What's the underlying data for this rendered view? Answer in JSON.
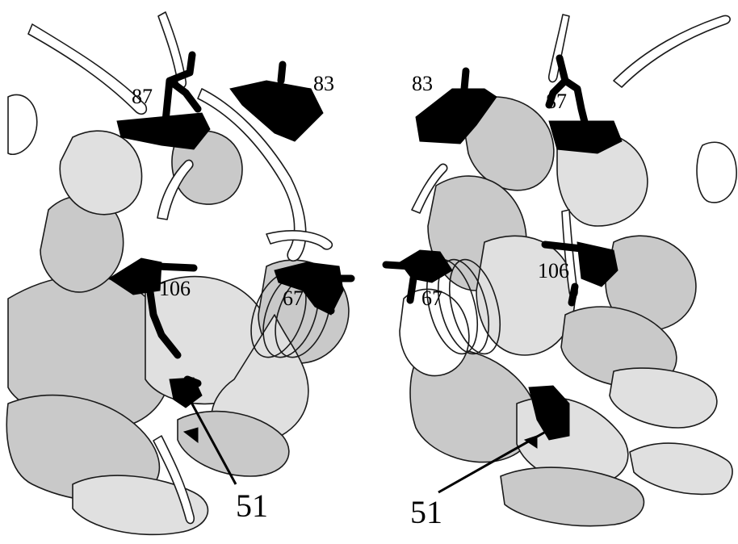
{
  "left_view": {
    "labels": {
      "r87": "87",
      "r83": "83",
      "r106": "106",
      "r67": "67",
      "r51": "51"
    }
  },
  "right_view": {
    "labels": {
      "r83": "83",
      "r87": "87",
      "r106": "106",
      "r67": "67",
      "r51": "51"
    }
  },
  "colors": {
    "ribbon": "#c9c9c9",
    "residue_highlight": "#000000",
    "background": "#ffffff"
  }
}
